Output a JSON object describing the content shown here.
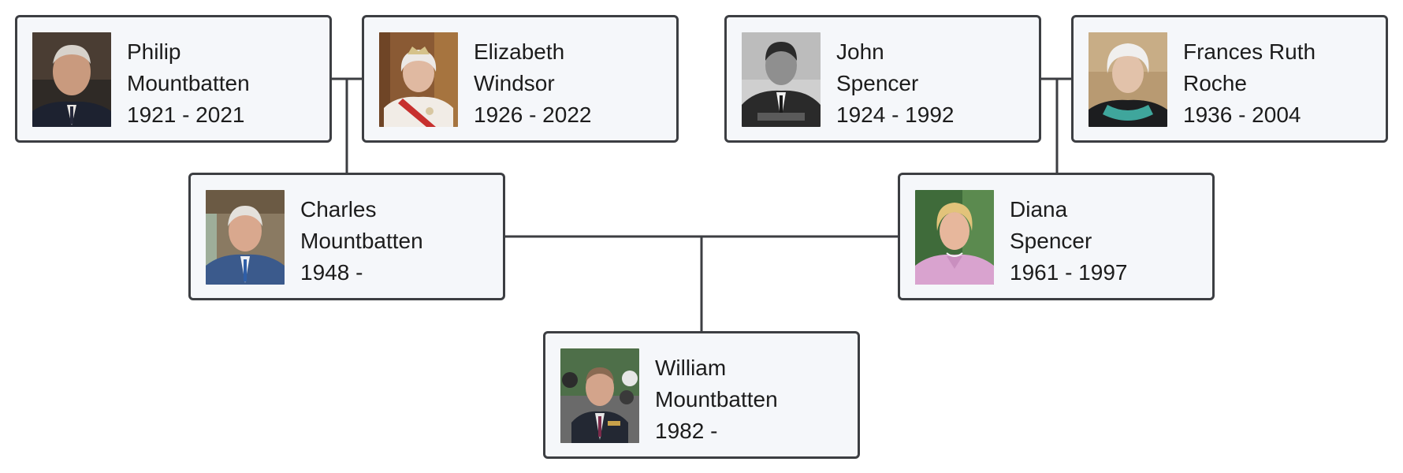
{
  "people": {
    "philip": {
      "first": "Philip",
      "last": "Mountbatten",
      "years": "1921 - 2021"
    },
    "elizabeth": {
      "first": "Elizabeth",
      "last": "Windsor",
      "years": "1926 - 2022"
    },
    "john": {
      "first": "John",
      "last": "Spencer",
      "years": "1924 - 1992"
    },
    "frances": {
      "first": "Frances Ruth",
      "last": "Roche",
      "years": "1936 - 2004"
    },
    "charles": {
      "first": "Charles",
      "last": "Mountbatten",
      "years": "1948 -"
    },
    "diana": {
      "first": "Diana",
      "last": "Spencer",
      "years": "1961 - 1997"
    },
    "william": {
      "first": "William",
      "last": "Mountbatten",
      "years": "1982 -"
    }
  },
  "colors": {
    "card_background": "#f5f7fa",
    "card_border": "#3c3e42",
    "connector": "#3c3e42",
    "text": "#1c1c1c"
  }
}
